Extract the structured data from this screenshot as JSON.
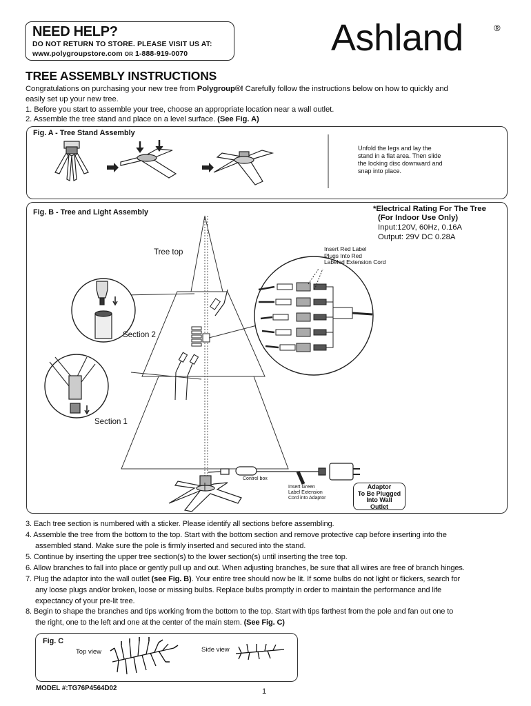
{
  "help": {
    "title": "NEED HELP?",
    "line1": "DO NOT RETURN TO STORE. PLEASE VISIT US AT:",
    "website": "www.polygroupstore.com",
    "or": "OR",
    "phone": "1-888-919-0070"
  },
  "brand": {
    "logo": "Ashland",
    "reg": "®"
  },
  "title": "TREE ASSEMBLY INSTRUCTIONS",
  "intro": {
    "p1_a": "Congratulations on purchasing your new tree from ",
    "p1_brand": "Polygroup®!",
    "p1_b": " Carefully follow the instructions below on how to quickly and",
    "p1_c": "easily set up your new tree.",
    "step1": "1. Before you start to assemble your tree, choose an appropriate location near a wall outlet.",
    "step2_a": "2. Assemble the tree stand and place on a level surface. ",
    "step2_b": "(See Fig. A)"
  },
  "figA": {
    "title": "Fig. A - Tree Stand Assembly",
    "text_l1": "Unfold the legs and lay the",
    "text_l2": "stand in a flat area. Then slide",
    "text_l3": "the locking disc downward and",
    "text_l4": "snap into place."
  },
  "figB": {
    "title": "Fig. B - Tree and Light Assembly",
    "rating_title": "*Electrical Rating For The Tree",
    "rating_sub": "(For Indoor Use Only)",
    "input": "Input:120V, 60Hz, 0.16A",
    "output": "Output: 29V DC 0.28A",
    "tree_top": "Tree top",
    "section2": "Section 2",
    "section1": "Section 1",
    "red_l1": "Insert Red Label",
    "red_l2": "Plugs Into Red",
    "red_l3": "Labeled Extension Cord",
    "control_box": "Control box",
    "green_l1": "Insert Green",
    "green_l2": "Label Extension",
    "green_l3": "Cord into Adaptor",
    "adaptor_l1": "Adaptor",
    "adaptor_l2": "To Be Plugged",
    "adaptor_l3": "Into Wall",
    "adaptor_l4": "Outlet"
  },
  "steps": {
    "s3": "3. Each tree section is numbered with a sticker. Please identify all sections before assembling.",
    "s4_l1": "4. Assemble the tree from the bottom to the top. Start with the bottom section and remove protective cap before inserting into the",
    "s4_l2": "assembled stand. Make sure the pole is firmly inserted and secured into the stand.",
    "s5": "5. Continue by inserting the upper tree section(s) to the lower section(s) until inserting the tree top.",
    "s6": "6. Allow branches to fall into place or gently pull up and out. When adjusting branches, be sure that all wires are free of branch hinges.",
    "s7_a": "7. Plug the adaptor into the wall outlet ",
    "s7_b": "(see Fig. B)",
    "s7_c": ". Your entire tree should now be lit. If some bulbs do not light or flickers, search for",
    "s7_l2": "any loose plugs and/or broken, loose or missing bulbs. Replace bulbs promptly in order to maintain the performance and life",
    "s7_l3": "expectancy of your pre-lit tree.",
    "s8_l1": "8. Begin to shape the branches and tips working from the bottom to the top. Start with tips farthest from the pole and fan out one to",
    "s8_l2a": "the right, one to the left and one at the center of the main stem. ",
    "s8_l2b": "(See Fig. C)"
  },
  "figC": {
    "title": "Fig. C",
    "top_view": "Top view",
    "side_view": "Side view"
  },
  "footer": {
    "model": "MODEL #:TG76P4564D02",
    "page": "1"
  }
}
